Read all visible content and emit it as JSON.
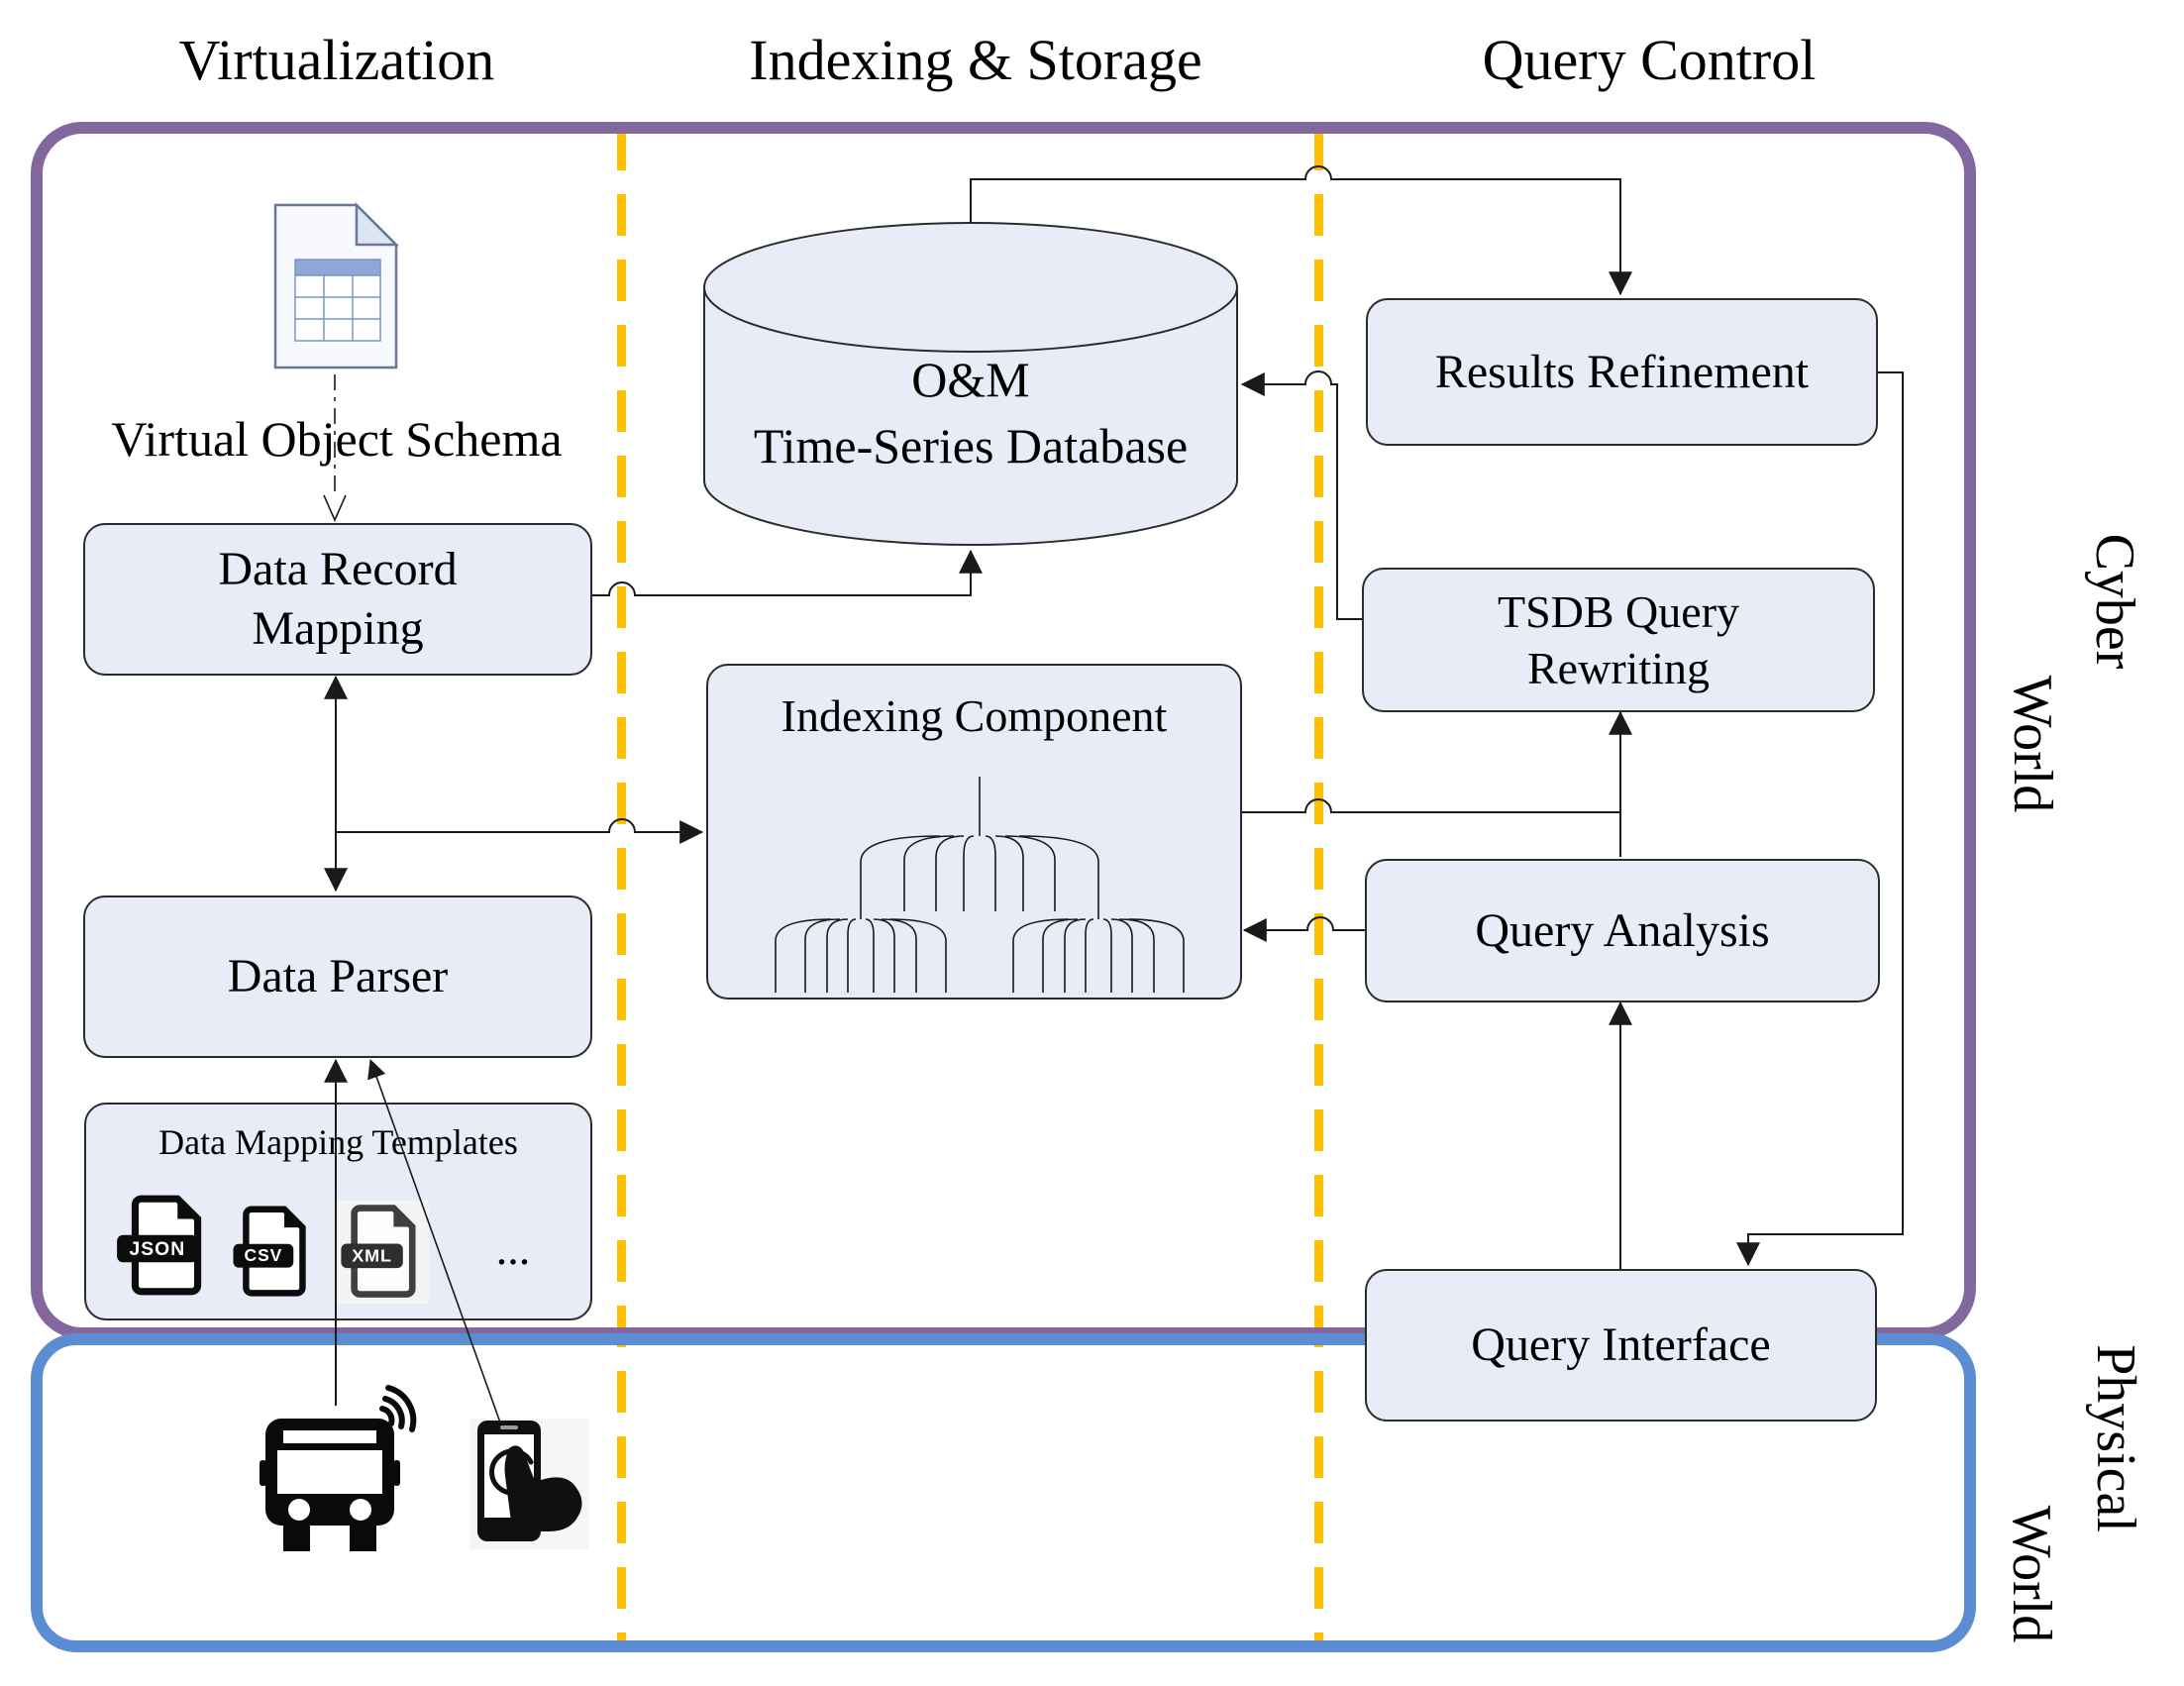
{
  "headers": {
    "virtualization": "Virtualization",
    "indexing_storage": "Indexing & Storage",
    "query_control": "Query Control"
  },
  "side_labels": {
    "cyber_line1": "Cyber",
    "cyber_line2": "World",
    "physical_line1": "Physical",
    "physical_line2": "World"
  },
  "nodes": {
    "virtual_object_schema": {
      "label": "Virtual Object Schema"
    },
    "data_record_mapping": {
      "line1": "Data Record",
      "line2": "Mapping"
    },
    "data_parser": {
      "label": "Data Parser"
    },
    "data_mapping_templates": {
      "label": "Data Mapping Templates",
      "formats": [
        "JSON",
        "CSV",
        "XML"
      ],
      "more": "..."
    },
    "om_time_series_database": {
      "line1": "O&M",
      "line2": "Time-Series Database"
    },
    "indexing_component": {
      "label": "Indexing Component"
    },
    "results_refinement": {
      "label": "Results Refinement"
    },
    "tsdb_query_rewriting": {
      "line1": "TSDB Query",
      "line2": "Rewriting"
    },
    "query_analysis": {
      "label": "Query Analysis"
    },
    "query_interface": {
      "label": "Query Interface"
    }
  },
  "colors": {
    "cyber_border": "#82689f",
    "physical_border": "#5b8dd2",
    "divider": "#ffc000",
    "node_fill": "#e7ecf7",
    "node_border": "#2b2b2b",
    "connector": "#1a1a1a"
  }
}
